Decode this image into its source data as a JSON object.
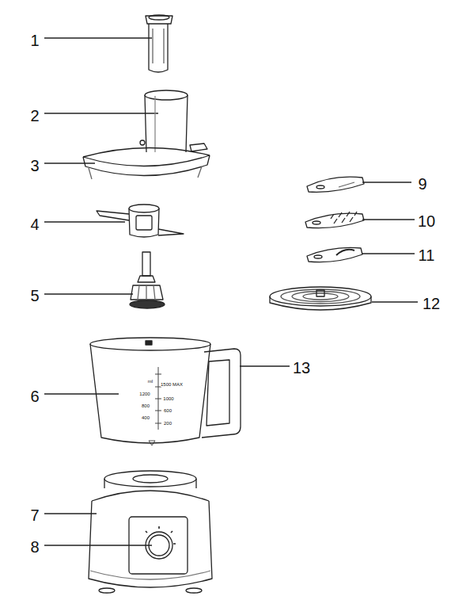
{
  "diagram": {
    "labels": [
      "1",
      "2",
      "3",
      "4",
      "5",
      "6",
      "7",
      "8",
      "9",
      "10",
      "11",
      "12",
      "13",
      "ml",
      "1500 MAX",
      "1200",
      "800",
      "400",
      "1000",
      "600",
      "200"
    ]
  }
}
